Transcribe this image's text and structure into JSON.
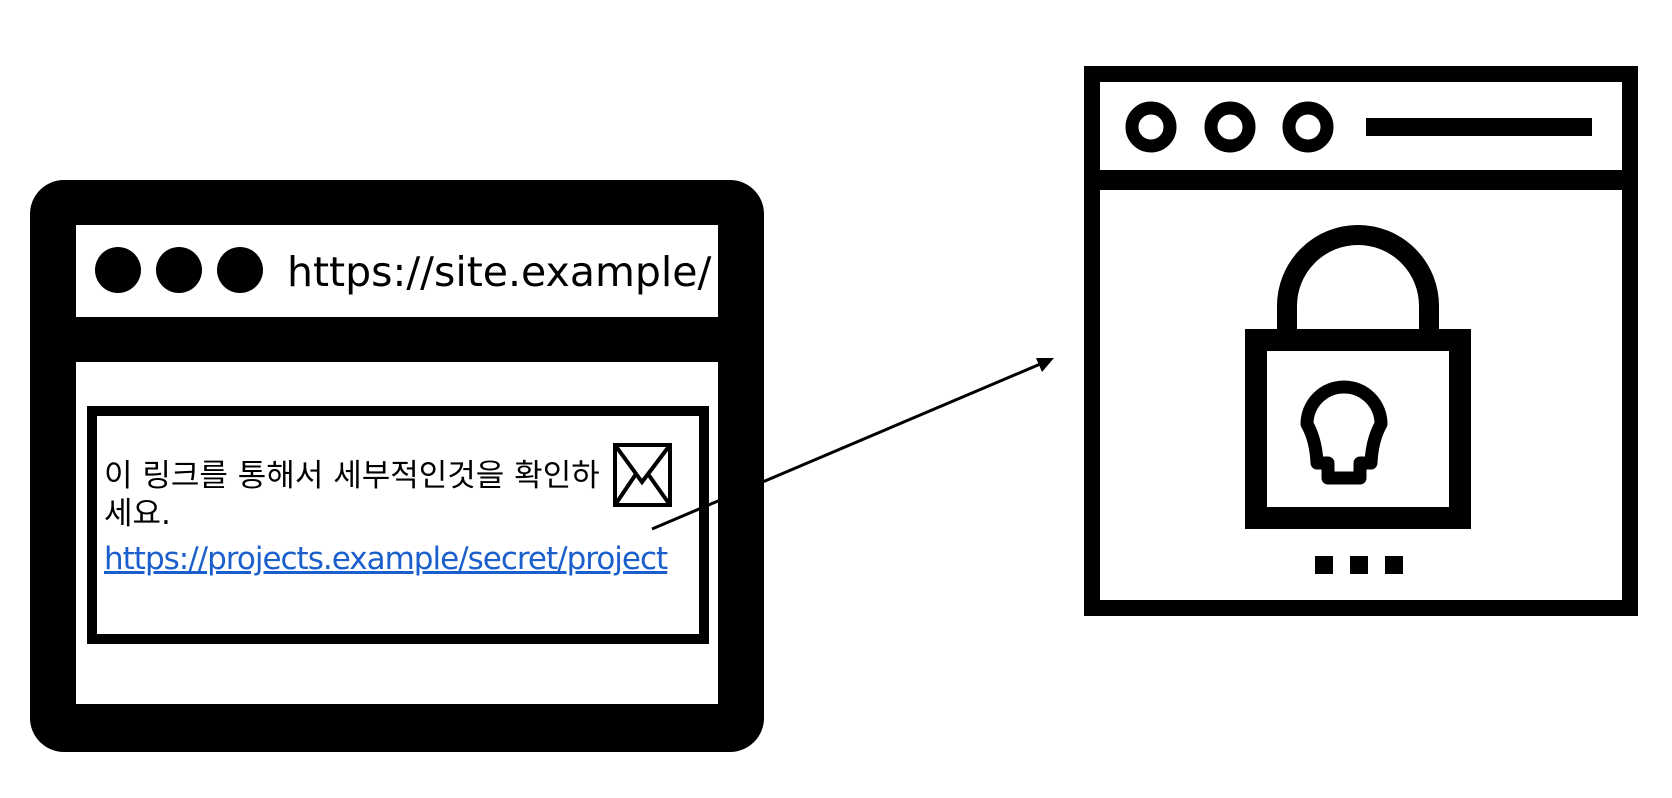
{
  "browser": {
    "address": "https://site.example/"
  },
  "message": {
    "text": "이 링크를 통해서 세부적인것을 확인하세요.",
    "link": "https://projects.example/secret/project"
  },
  "icons": {
    "envelope": "envelope-icon",
    "lock": "padlock-icon",
    "arrow": "arrow-icon",
    "traffic_lights": "window-dots-icon"
  },
  "colors": {
    "frame": "#000000",
    "link": "#1b5fcc",
    "background": "#ffffff"
  }
}
